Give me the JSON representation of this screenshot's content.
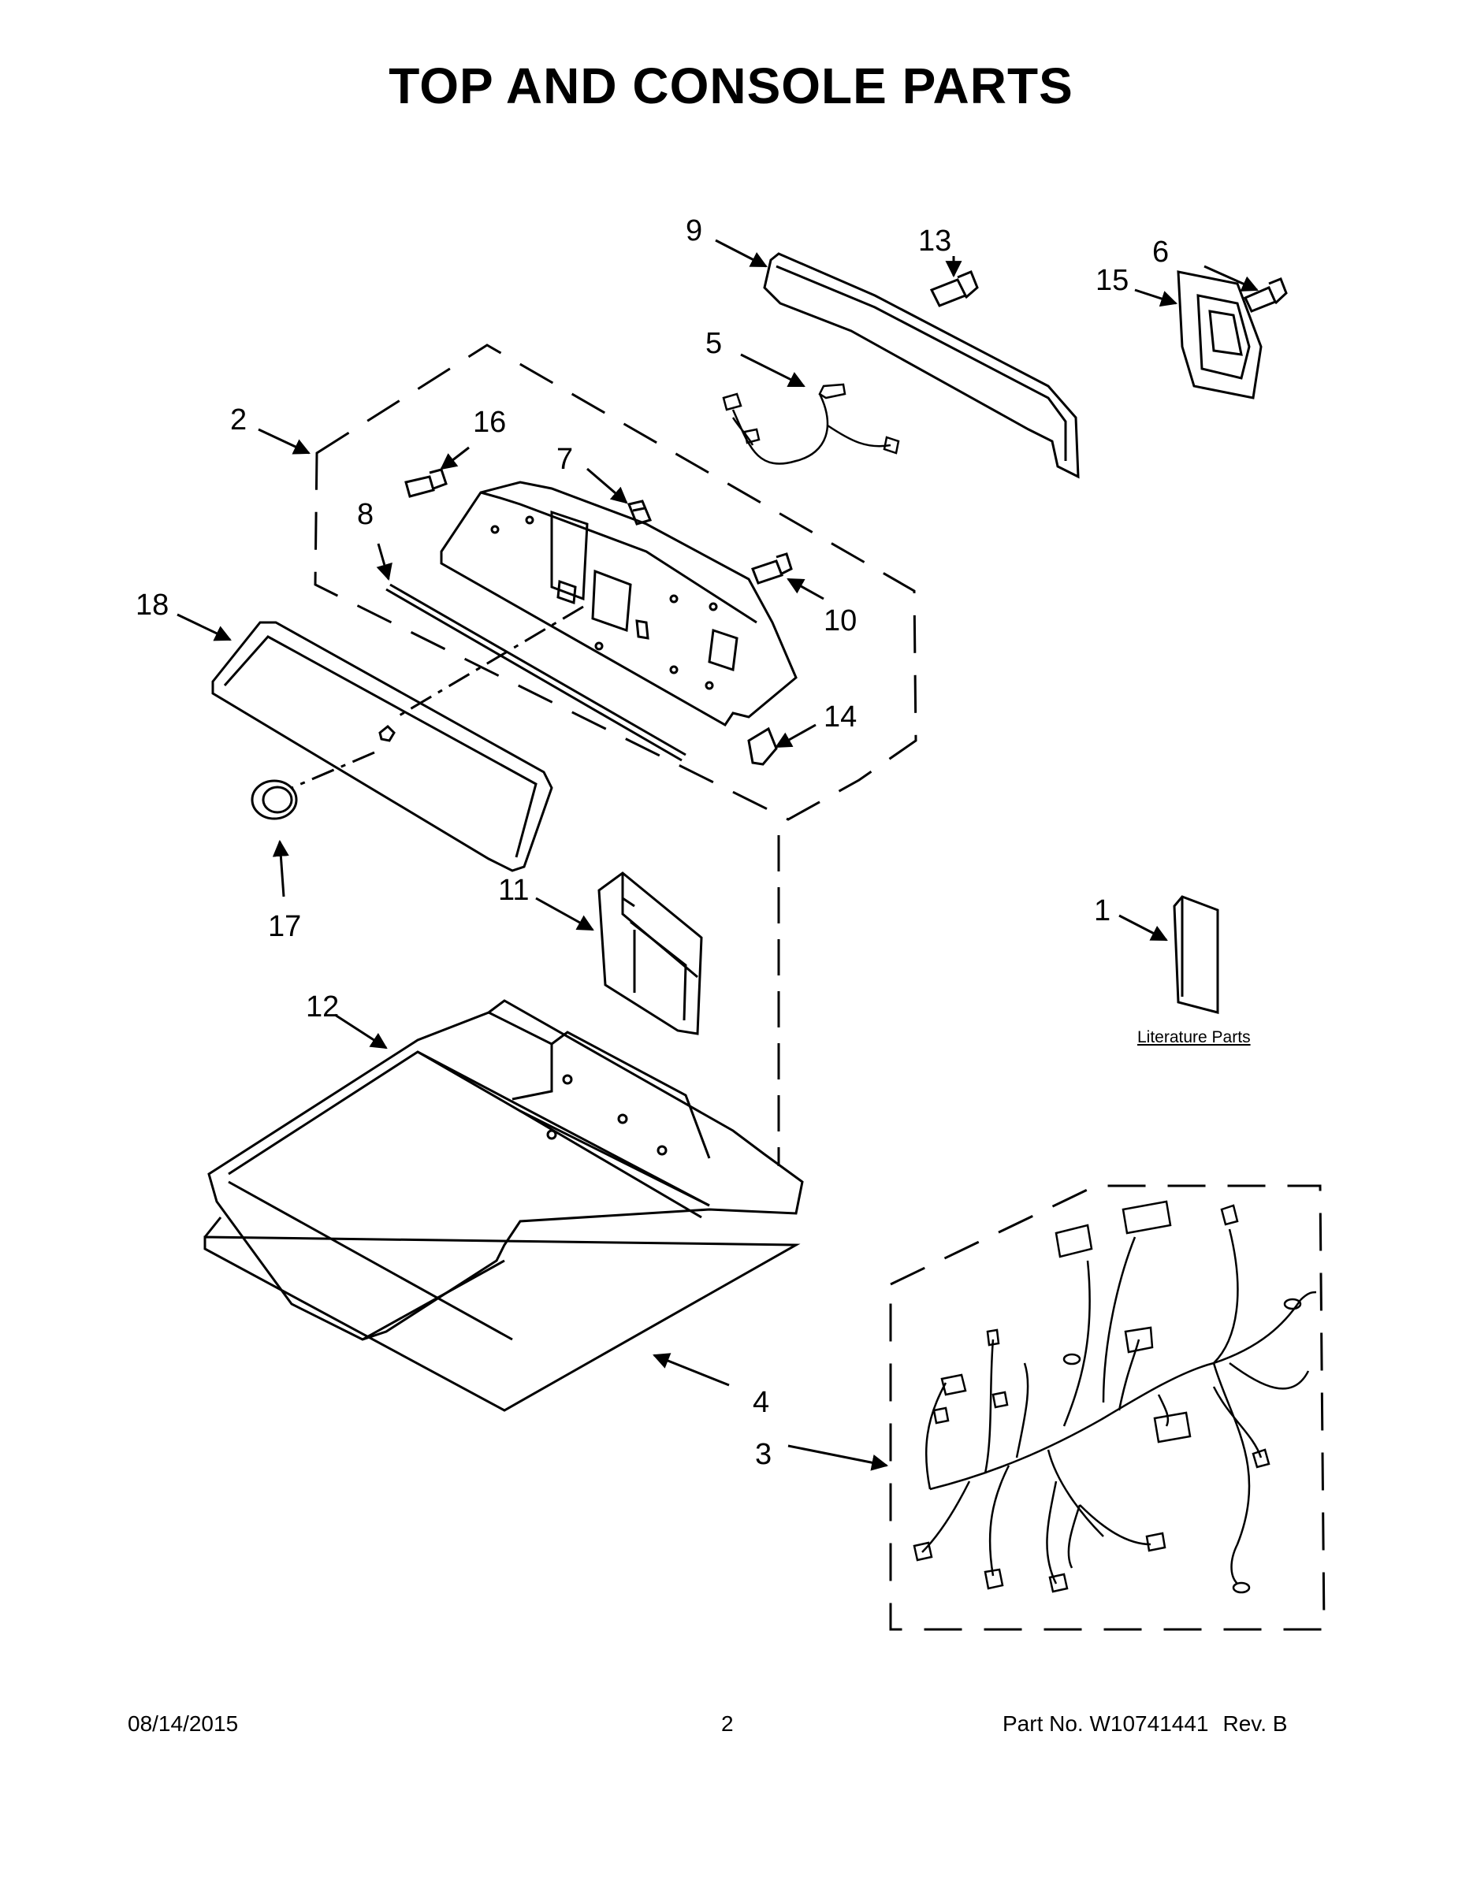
{
  "title": "TOP AND CONSOLE PARTS",
  "callouts": {
    "c1": "1",
    "c2": "2",
    "c3": "3",
    "c4": "4",
    "c5": "5",
    "c6": "6",
    "c7": "7",
    "c8": "8",
    "c9": "9",
    "c10": "10",
    "c11": "11",
    "c12": "12",
    "c13": "13",
    "c14": "14",
    "c15": "15",
    "c16": "16",
    "c17": "17",
    "c18": "18"
  },
  "literature_label": "Literature Parts",
  "footer": {
    "date": "08/14/2015",
    "page": "2",
    "part_no": "Part No.  W10741441",
    "rev": "Rev.  B"
  }
}
